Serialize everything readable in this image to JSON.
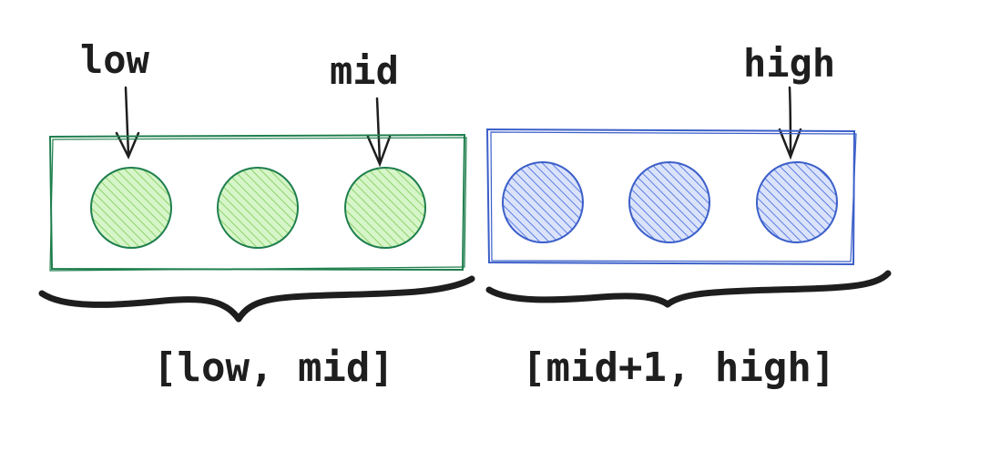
{
  "pointers": {
    "low": "low",
    "mid": "mid",
    "high": "high"
  },
  "ranges": {
    "left": "[low, mid]",
    "right": "[mid+1, high]"
  },
  "colors": {
    "left_stroke": "#1f7f4e",
    "left_fill": "#b2f2a6",
    "left_hatch": "#8fd36a",
    "right_stroke": "#3b5fc9",
    "right_fill": "#a5b8f5",
    "right_hatch": "#5b7de0",
    "ink": "#1e1e1e"
  },
  "groups": [
    {
      "name": "left",
      "node_count": 3
    },
    {
      "name": "right",
      "node_count": 3
    }
  ]
}
